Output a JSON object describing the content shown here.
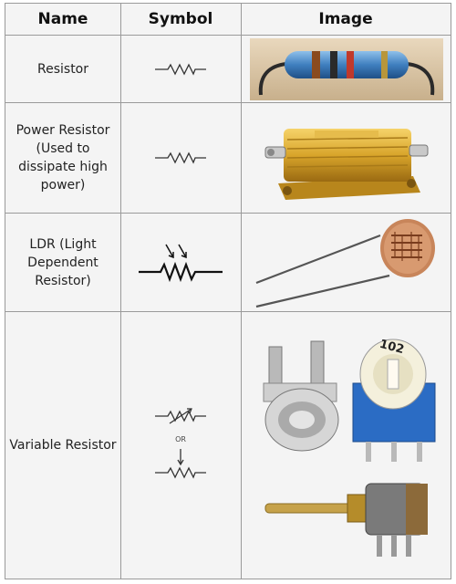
{
  "table": {
    "headers": {
      "name": "Name",
      "symbol": "Symbol",
      "image": "Image"
    },
    "rows": [
      {
        "name": "Resistor",
        "symbol": "fixed-resistor-symbol",
        "image": "axial-resistor-photo"
      },
      {
        "name": "Power Resistor (Used to dissipate high power)",
        "symbol": "fixed-resistor-symbol",
        "image": "aluminium-housed-power-resistor-photo"
      },
      {
        "name": "LDR (Light Dependent Resistor)",
        "symbol": "ldr-symbol",
        "image": "ldr-photo"
      },
      {
        "name": "Variable Resistor",
        "symbol": "variable-resistor-symbols",
        "symbol_separator": "OR",
        "image": "trimmer-and-potentiometer-photo",
        "trimmer_marking": "102"
      }
    ]
  },
  "colors": {
    "cell_background": "#f4f4f4",
    "grid_line": "#9a9a9a",
    "resistor_body_blue": "#3f7fbf",
    "power_resistor_gold": "#d9a52b",
    "ldr_disc": "#c8855a",
    "trimmer_blue": "#2b6cc4"
  }
}
